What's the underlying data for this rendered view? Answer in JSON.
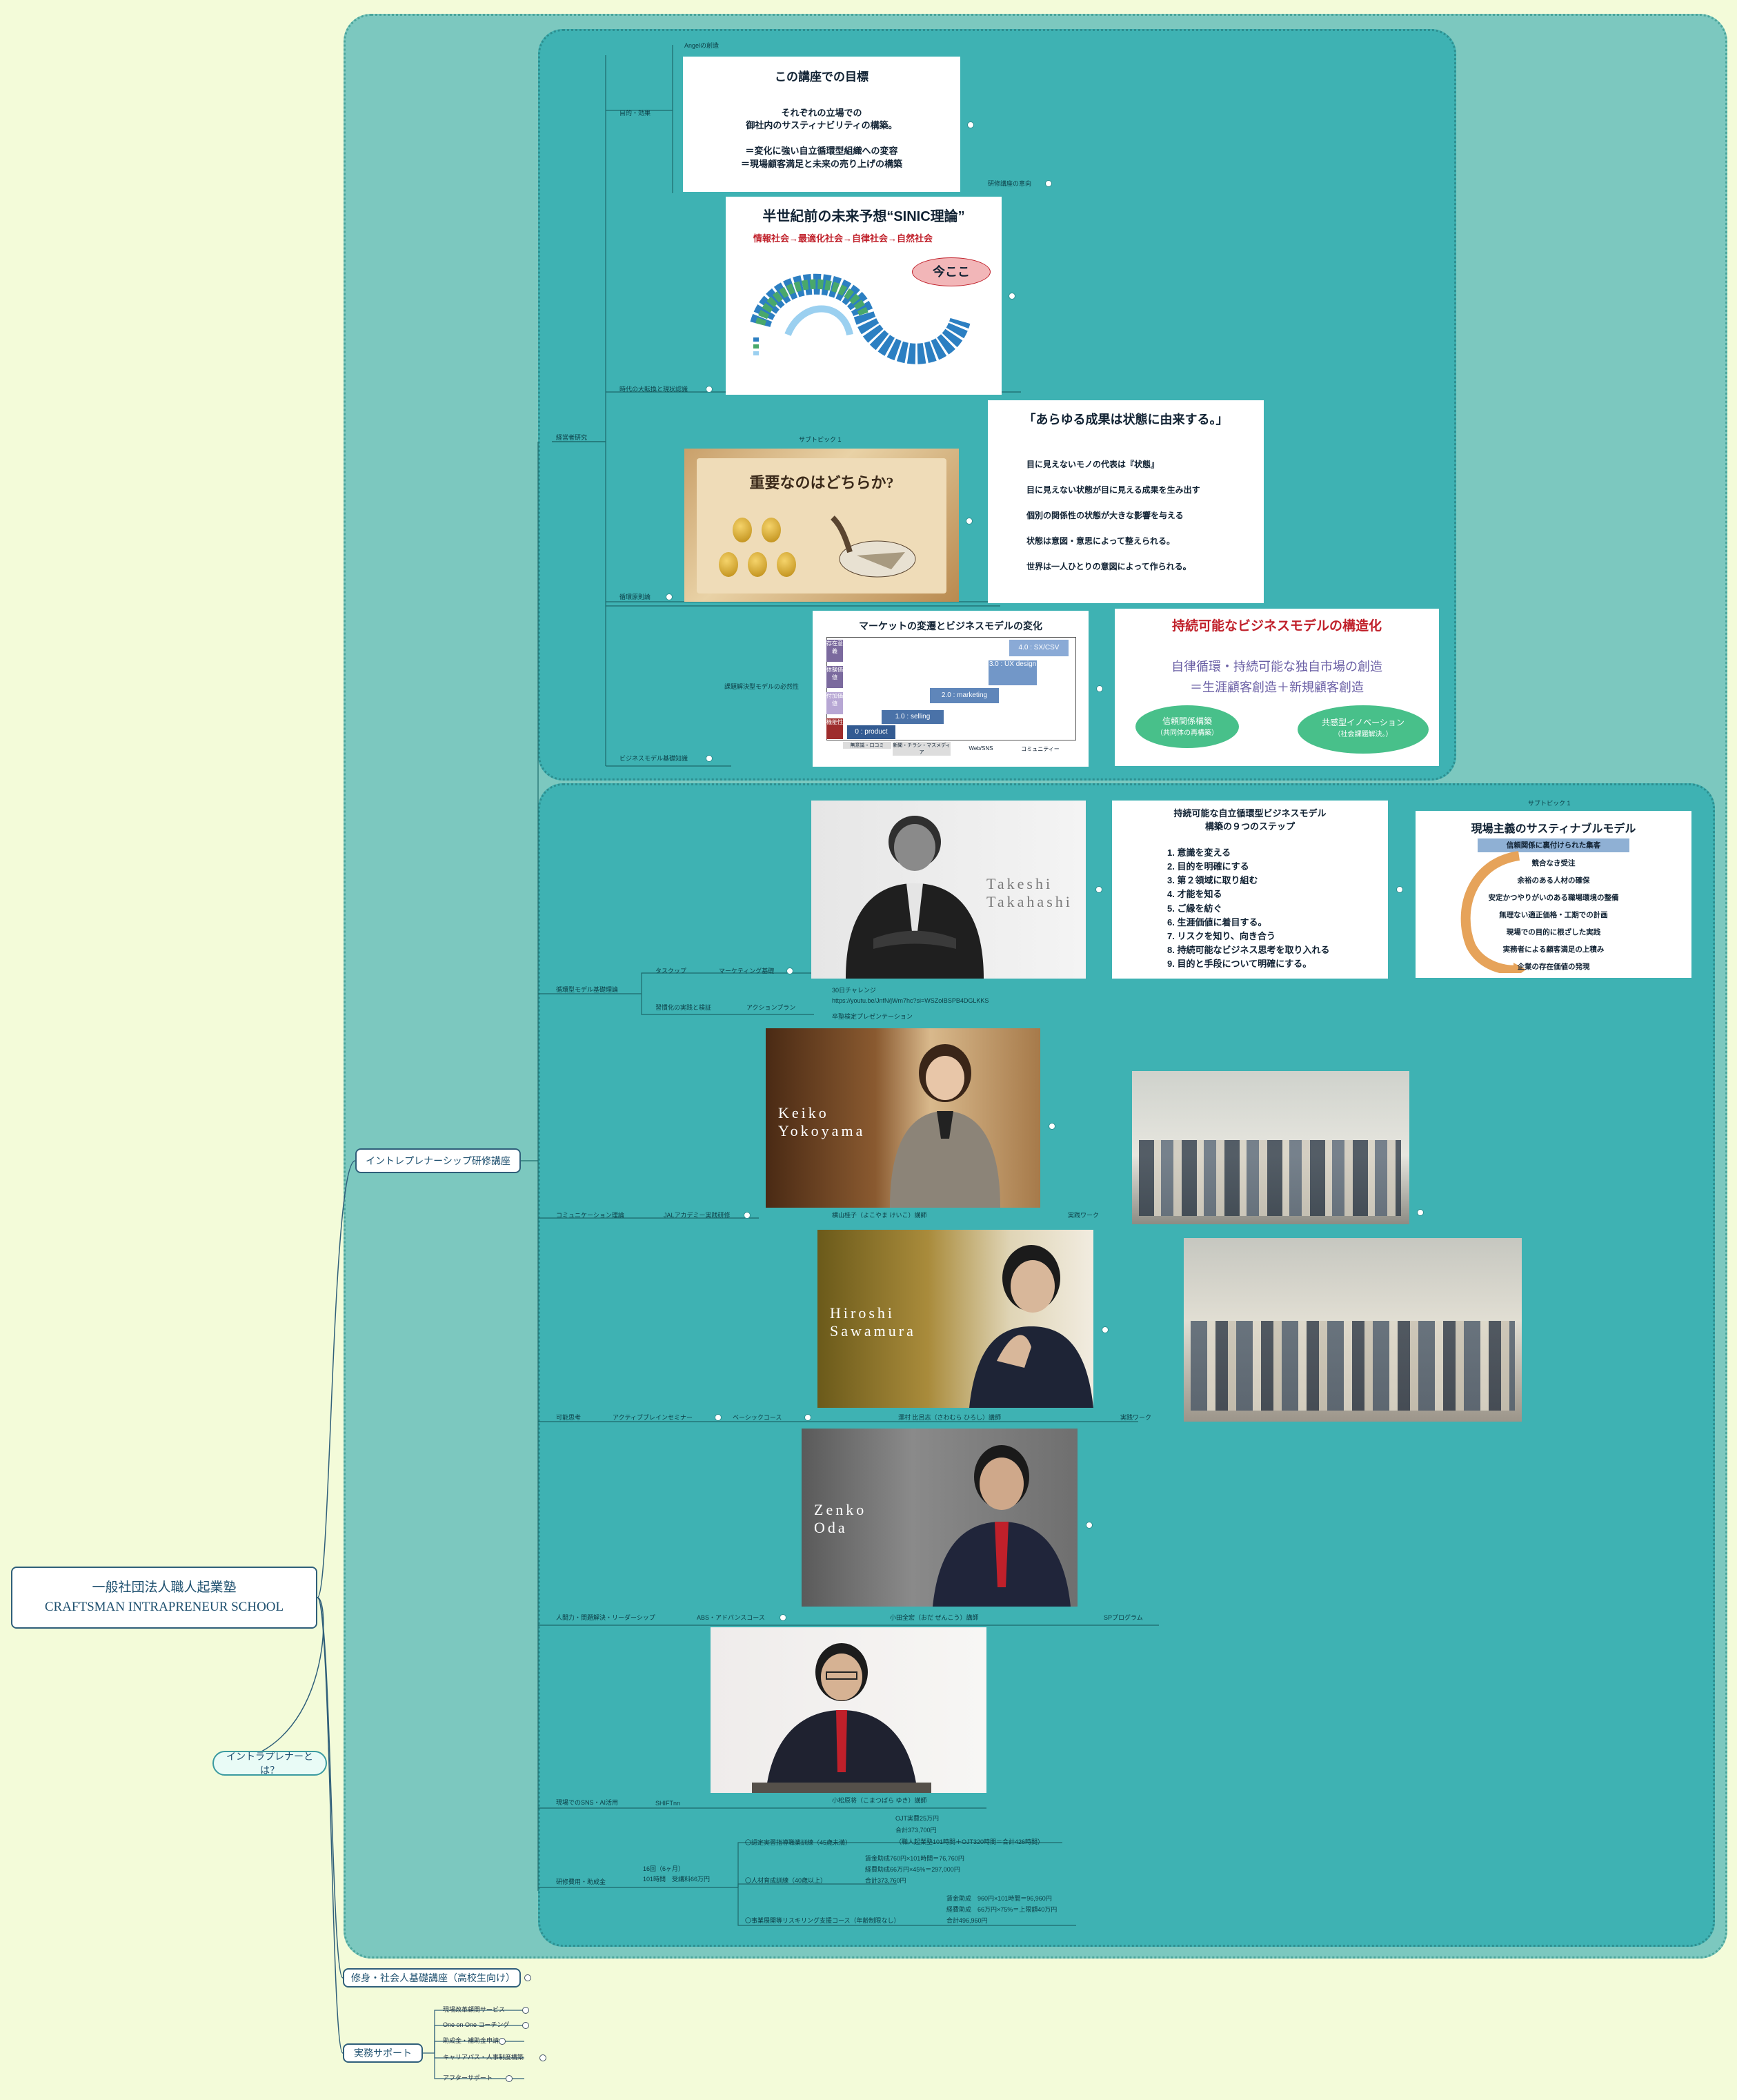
{
  "root": {
    "line1": "一般社団法人職人起業塾",
    "line2": "CRAFTSMAN INTRAPRENEUR SCHOOL"
  },
  "branches": {
    "intrapreneurship_course": "イントレプレナーシップ研修講座",
    "what_is": "イントラプレナーとは？",
    "kids_course": "修身・社会人基礎講座（高校生向け）",
    "practical_support": "実務サポート"
  },
  "support_items": [
    "現場改革顧問サービス",
    "One on One コーチング",
    "助成金・補助金申請",
    "キャリアパス・人事制度構築",
    "アフターサポート"
  ],
  "section1": {
    "labels": {
      "angel": "Angelの創造",
      "purpose": "目的・効果",
      "intro": "研修講座の意向",
      "era": "時代の大転換と現状認識",
      "basics": "経営者研究",
      "state_theory": "循環原則論",
      "bm_review": "課題解決型モデルの必然性",
      "bm_basics": "ビジネスモデル基礎知識",
      "subtopic": "サブトピック 1"
    },
    "goal_card": {
      "title": "この講座での目標",
      "lines": [
        "それぞれの立場での",
        "御社内のサスティナビリティの構築。",
        "",
        "＝変化に強い自立循環型組織への変容",
        "＝現場顧客満足と未来の売り上げの構築"
      ]
    },
    "sinic_card": {
      "title": "半世紀前の未来予想“SINIC理論”",
      "subtitle": "情報社会→最適化社会→自律社会→自然社会",
      "bubble": "今ここ"
    },
    "state_card": {
      "title": "「あらゆる成果は状態に由来する。」",
      "lines": [
        "目に見えないモノの代表は『状態』",
        "目に見えない状態が目に見える成果を生み出す",
        "個別の関係性の状態が大きな影響を与える",
        "状態は意図・意思によって整えられる。",
        "世界は一人ひとりの意図によって作られる。"
      ]
    },
    "book_card": {
      "title": "重要なのはどちらか?"
    },
    "market_card": {
      "title": "マーケットの変遷とビジネスモデルの変化",
      "steps": [
        "0 : product",
        "1.0 : selling",
        "2.0 : marketing",
        "3.0 : UX design",
        "4.0 : SX/CSV"
      ],
      "rows": [
        "存在意義",
        "体験価値",
        "付加価値",
        "機能性"
      ],
      "cols": [
        "無意識・口コミ",
        "新聞・チラシ・マスメディア",
        "Web/SNS",
        "コミュニティー"
      ]
    },
    "sustain_card": {
      "title": "持続可能なビジネスモデルの構造化",
      "line1": "自律循環・持続可能な独自市場の創造",
      "line2": "＝生涯顧客創造＋新規顧客創造",
      "bubble_left": "信頼関係構築",
      "bubble_left_sub": "（共同体の再構築）",
      "bubble_right": "共感型イノベーション",
      "bubble_right_sub": "（社会課題解決。）"
    }
  },
  "section2": {
    "labels": {
      "subtopic": "サブトピック 1",
      "bm_basic": "循環型モデル基礎理論",
      "task": "タスクップ",
      "marketing": "マーケティング基礎",
      "practice": "習慣化の実践と検証",
      "action": "アクションプラン",
      "challenge": "30日チャレンジ",
      "url": "https://youtu.be/JnfN/jWm7hc?si=WSZoIBSPB4DGLKKS",
      "presentation": "卒塾検定プレゼンテーション",
      "comm": "コミュニケーション理論",
      "jal": "JALアカデミー実践研修",
      "yoko_label": "横山桂子（よこやま けいこ）講師",
      "practice_work": "実践ワーク",
      "vision": "可能思考",
      "active": "アクティブブレインセミナー",
      "basic_course": "ベーシックコース",
      "sawa_label": "澤村 比呂志（さわむら ひろし）講師",
      "practice_work2": "実践ワーク",
      "leader": "人間力・問題解決・リーダーシップ",
      "abs": "ABS・アドバンスコース",
      "oda_label": "小田全宏（おだ ぜんこう）講師",
      "sp": "SPプログラム",
      "ai": "現場でのSNS・AI活用",
      "shop": "SHIFTnn",
      "koma_label": "小松原将（こまつばら ゆき）講師",
      "cost": "研修費用・助成金",
      "sessions": "16回（6ヶ月）",
      "hours": "101時間　受講料66万円",
      "sub1": "〇認定実習指導職業訓練（45歳未満）",
      "sub1a": "OJT実費25万円",
      "sub1b": "合計373,700円",
      "sub1c": "（職人起業塾101時間＋OJT320時間＝合計426時間）",
      "sub2": "〇人材育成訓練（40歳以上）",
      "sub2a": "賃金助成760円×101時間＝76,760円",
      "sub2b": "経費助成66万円×45%＝297,000円",
      "sub2c": "合計373,760円",
      "sub3": "〇事業展開等リスキリング支援コース（年齢制限なし）",
      "sub3a": "賃金助成　960円×101時間＝96,960円",
      "sub3b": "経費助成　66万円×75%＝上限額40万円",
      "sub3c": "合計496,960円"
    },
    "takeshi": {
      "name1": "Takeshi",
      "name2": "Takahashi"
    },
    "steps_card": {
      "title1": "持続可能な自立循環型ビジネスモデル",
      "title2": "構築の９つのステップ",
      "steps": [
        "1.  意識を変える",
        "2.  目的を明確にする",
        "3. 第２領域に取り組む",
        "4.  才能を知る",
        "5.  ご縁を紡ぐ",
        "6. 生涯価値に着目する。",
        "7. リスクを知り、向き合う",
        "8.  持続可能なビジネス思考を取り入れる",
        "9.  目的と手段について明確にする。"
      ]
    },
    "field_card": {
      "title": "現場主義のサスティナブルモデル",
      "top": "信頼関係に裏付けられた集客",
      "items": [
        "競合なき受注",
        "余裕のある人材の確保",
        "安定かつやりがいのある職場環境の整備",
        "無理ない適正価格・工期での計画",
        "現場での目的に根ざした実践",
        "実務者による顧客満足の上積み",
        "企業の存在価値の発現"
      ]
    },
    "keiko": {
      "name1": "Keiko",
      "name2": "Yokoyama"
    },
    "hiroshi": {
      "name1": "Hiroshi",
      "name2": "Sawamura"
    },
    "zenko": {
      "name1": "Zenko",
      "name2": "Oda"
    }
  },
  "colors": {
    "outer": "#7cc8bf",
    "inner": "#3eb2b3",
    "background": "#f3fbd9",
    "node_border": "#2f5f7a",
    "red": "#c0202a"
  }
}
